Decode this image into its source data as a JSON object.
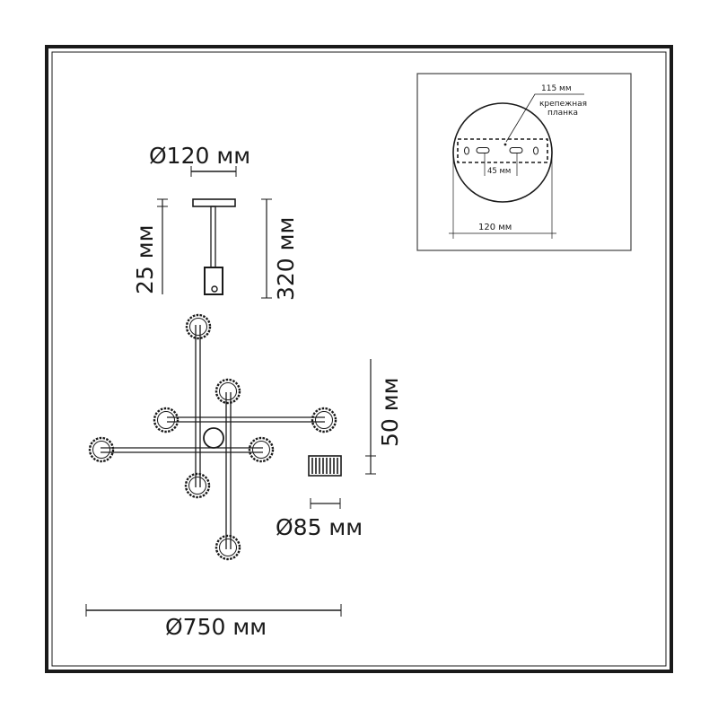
{
  "colors": {
    "line": "#1a1a1a",
    "frame": "#1a1a1a",
    "inset_frame": "#444444",
    "background": "#ffffff"
  },
  "dimensions": {
    "canopy_diameter": "Ø120 мм",
    "rod_length": "25 мм",
    "suspension_height": "320 мм",
    "shade_height": "50 мм",
    "shade_diameter": "Ø85 мм",
    "overall_diameter": "Ø750 мм"
  },
  "mount_detail": {
    "plate_length": "115 мм",
    "plate_label_line1": "крепежная",
    "plate_label_line2": "планка",
    "hole_spacing": "45 мм",
    "canopy_width": "120 мм"
  }
}
